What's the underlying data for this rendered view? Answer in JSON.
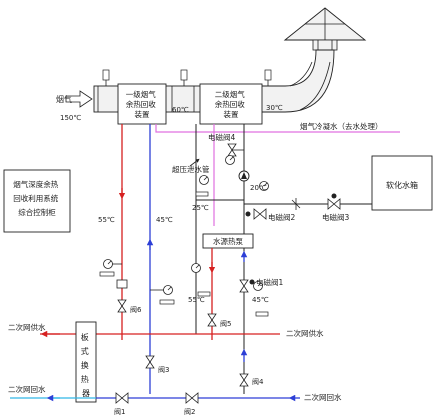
{
  "units": {
    "primary_heat_recovery": "一级烟气\n余热回收\n装置",
    "secondary_heat_recovery": "二级烟气\n余热回收\n装置",
    "water_source_heat_pump": "水源热泵",
    "plate_heat_exchanger": "板\n式\n换\n热\n器",
    "softened_water_tank": "软化水箱",
    "control_cabinet": "烟气深度余热\n回收利用系统\n综合控制柜"
  },
  "flows": {
    "flue_gas": "烟气",
    "condensate": "烟气冷凝水（去水处理）",
    "secondary_supply_left": "二次网供水",
    "secondary_supply_right": "二次网供水",
    "secondary_return_left": "二次网回水",
    "secondary_return_right": "二次网回水"
  },
  "temperatures": {
    "t_flue_in": "150℃",
    "t_between_units": "60℃",
    "t_flue_out": "30℃",
    "t_left_red": "55℃",
    "t_left_blue": "45℃",
    "t_loop_hot": "20℃",
    "t_loop_cold": "25℃",
    "t_pump_out": "55℃",
    "t_pump_in": "45℃"
  },
  "valves": {
    "sv1": "电磁阀1",
    "sv2": "电磁阀2",
    "sv3": "电磁阀3",
    "sv4": "电磁阀4",
    "v1": "阀1",
    "v2": "阀2",
    "v3": "阀3",
    "v4": "阀4",
    "v5": "阀5",
    "v6": "阀6"
  },
  "misc": {
    "relief_pipe": "超压泄水管"
  },
  "colors": {
    "hot_water": "#d62020",
    "cold_water": "#2d3fd6",
    "condensate": "#e070e0",
    "return_cyan": "#30b8e8"
  }
}
